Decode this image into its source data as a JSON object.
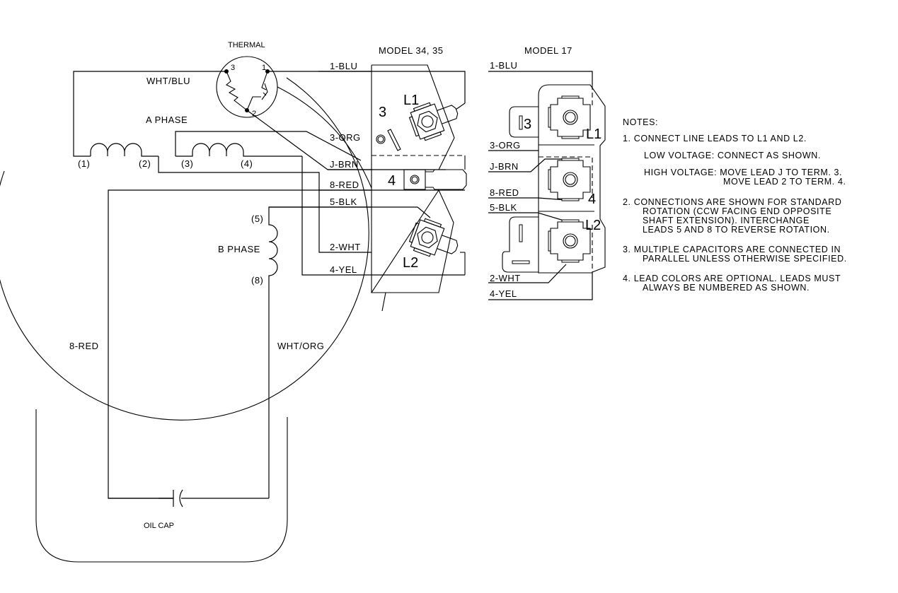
{
  "title": "Motor wiring diagram",
  "colors": {
    "line": "#000000",
    "background": "#ffffff"
  },
  "thermal": {
    "label": "THERMAL",
    "terminals": [
      "3",
      "1",
      "2"
    ]
  },
  "motor": {
    "a_phase_label": "A PHASE",
    "b_phase_label": "B PHASE",
    "wht_blu_label": "WHT/BLU",
    "wht_org_label": "WHT/ORG",
    "red_label": "8-RED",
    "a_leads": [
      "(1)",
      "(2)",
      "(3)",
      "(4)"
    ],
    "b_leads": [
      "(5)",
      "(8)"
    ],
    "capacitor_label": "OIL CAP"
  },
  "model_34_35": {
    "title": "MODEL 34, 35",
    "leads": [
      "1-BLU",
      "3-ORG",
      "J-BRN",
      "8-RED",
      "5-BLK",
      "2-WHT",
      "4-YEL"
    ],
    "terminals": {
      "l1": "L1",
      "l2": "L2",
      "t3": "3",
      "t4": "4"
    }
  },
  "model_17": {
    "title": "MODEL 17",
    "leads": [
      "1-BLU",
      "3-ORG",
      "J-BRN",
      "8-RED",
      "5-BLK",
      "2-WHT",
      "4-YEL"
    ],
    "terminals": {
      "l1": "L1",
      "l2": "L2",
      "t3": "3",
      "t4": "4"
    }
  },
  "notes": {
    "heading": "NOTES:",
    "lines": [
      "1. CONNECT LINE LEADS TO L1 AND L2.",
      "LOW VOLTAGE: CONNECT AS SHOWN.",
      "HIGH VOLTAGE: MOVE LEAD J TO TERM. 3.",
      "MOVE LEAD 2 TO TERM. 4.",
      "2. CONNECTIONS ARE SHOWN FOR STANDARD",
      "ROTATION (CCW FACING END OPPOSITE",
      "SHAFT EXTENSION). INTERCHANGE",
      "LEADS 5 AND 8 TO REVERSE ROTATION.",
      "3. MULTIPLE CAPACITORS ARE CONNECTED IN",
      "PARALLEL UNLESS OTHERWISE SPECIFIED.",
      "4. LEAD COLORS ARE OPTIONAL.  LEADS MUST",
      "ALWAYS BE NUMBERED AS SHOWN."
    ]
  }
}
